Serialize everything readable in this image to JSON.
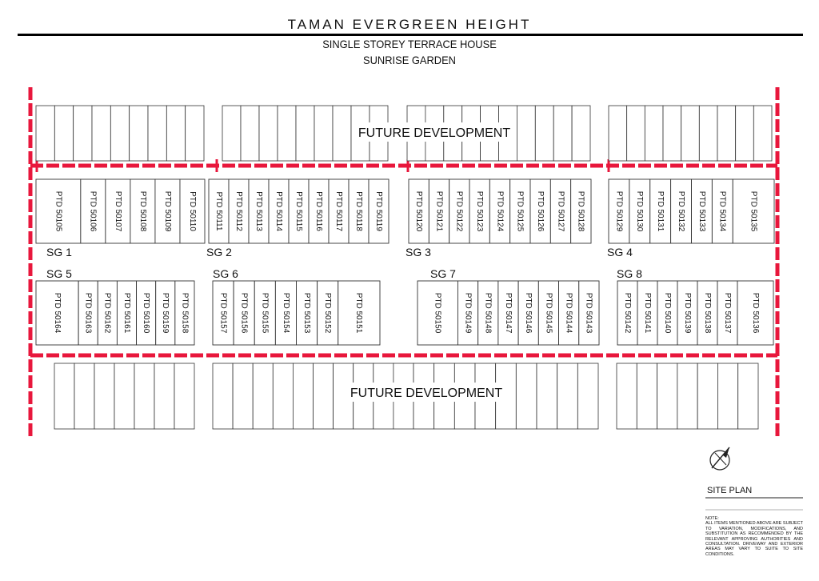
{
  "header": {
    "title": "TAMAN EVERGREEN HEIGHT",
    "subtitle": "SINGLE STOREY TERRACE HOUSE",
    "area": "SUNRISE GARDEN"
  },
  "future_development_label": "FUTURE DEVELOPMENT",
  "groups": [
    {
      "name": "SG 1",
      "lots": [
        "PTD 50105",
        "PTD 50106",
        "PTD 50107",
        "PTD 50108",
        "PTD 50109",
        "PTD 50110"
      ]
    },
    {
      "name": "SG 2",
      "lots": [
        "PTD 50111",
        "PTD 50112",
        "PTD 50113",
        "PTD 50114",
        "PTD 50115",
        "PTD 50116",
        "PTD 50117",
        "PTD 50118",
        "PTD 50119"
      ]
    },
    {
      "name": "SG 3",
      "lots": [
        "PTD 50120",
        "PTD 50121",
        "PTD 50122",
        "PTD 50123",
        "PTD 50124",
        "PTD 50125",
        "PTD 50126",
        "PTD 50127",
        "PTD 50128"
      ]
    },
    {
      "name": "SG 4",
      "lots": [
        "PTD 50129",
        "PTD 50130",
        "PTD 50131",
        "PTD 50132",
        "PTD 50133",
        "PTD 50134",
        "PTD 50135"
      ]
    },
    {
      "name": "SG 5",
      "lots": [
        "PTD 50164",
        "PTD 50163",
        "PTD 50162",
        "PTD 50161",
        "PTD 50160",
        "PTD 50159",
        "PTD 50158"
      ]
    },
    {
      "name": "SG 6",
      "lots": [
        "PTD 50157",
        "PTD 50156",
        "PTD 50155",
        "PTD 50154",
        "PTD 50153",
        "PTD 50152",
        "PTD 50151"
      ]
    },
    {
      "name": "SG 7",
      "lots": [
        "PTD 50150",
        "PTD 50149",
        "PTD 50148",
        "PTD 50147",
        "PTD 50146",
        "PTD 50145",
        "PTD 50144",
        "PTD 50143"
      ]
    },
    {
      "name": "SG 8",
      "lots": [
        "PTD 50142",
        "PTD 50141",
        "PTD 50140",
        "PTD 50139",
        "PTD 50138",
        "PTD 50137",
        "PTD 50136"
      ]
    }
  ],
  "site_plan_label": "SITE PLAN",
  "note": {
    "heading": "NOTE:",
    "text": "ALL ITEMS MENTIONED ABOVE ARE SUBJECT TO VARIATION, MODIFICATIONS, AND SUBSTITUTION AS RECOMMENDED BY THE RELEVANT APPROVING AUTHORITIES AND CONSULTATION. DRIVEWAY AND EXTERIOR AREAS MAY VARY TO SUITE TO SITE CONDITIONS."
  },
  "colors": {
    "road": "#e8173c",
    "outline": "#333333"
  },
  "icons": {
    "north": "compass-icon"
  }
}
